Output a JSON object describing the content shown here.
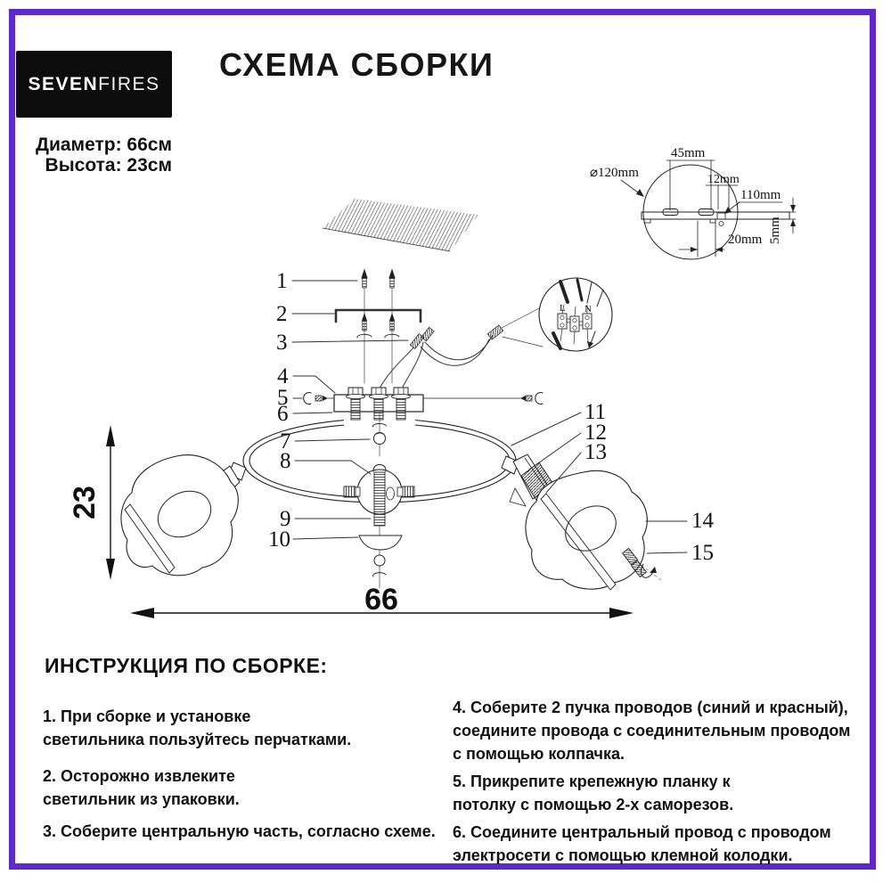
{
  "page": {
    "brand_bold": "SEVEN",
    "brand_light": "FIRES",
    "title": "СХЕМА СБОРКИ",
    "diameter_label": "Диаметр: 66см",
    "height_label": "Высота: 23см",
    "accent_color": "#6128c9"
  },
  "diagram": {
    "part_numbers": [
      "1",
      "2",
      "3",
      "4",
      "5",
      "6",
      "7",
      "8",
      "9",
      "10",
      "11",
      "12",
      "13",
      "14",
      "15"
    ],
    "overall": {
      "width": "66",
      "height": "23"
    },
    "bracket_detail": {
      "d45": "45mm",
      "d120": "⌀120mm",
      "d12": "12mm",
      "d110": "110mm",
      "d20": "20mm",
      "d5": "5mm"
    },
    "wiring_detail": {
      "line": "L",
      "neutral": "N"
    }
  },
  "instructions": {
    "heading": "ИНСТРУКЦИЯ ПО СБОРКЕ:",
    "items_left": [
      [
        "1. При сборке и установке",
        "светильника пользуйтесь перчатками."
      ],
      [
        "2. Осторожно извлеките",
        "светильник из упаковки."
      ],
      [
        "3. Соберите центральную часть, согласно схеме."
      ]
    ],
    "items_right": [
      [
        "4. Соберите 2 пучка проводов (синий и красный),",
        "соедините провода с соединительным проводом",
        "с помощью колпачка."
      ],
      [
        "5. Прикрепите крепежную планку к",
        "потолку с помощью 2-х саморезов."
      ],
      [
        "6. Соедините центральный провод с проводом",
        "электросети с помощью клемной колодки."
      ]
    ]
  }
}
